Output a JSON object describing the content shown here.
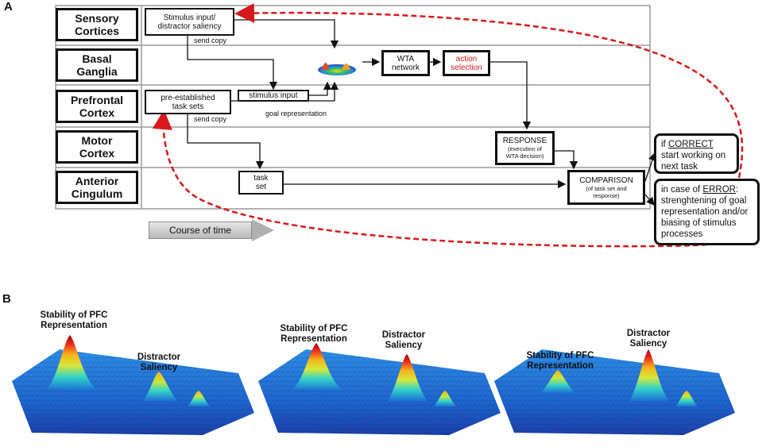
{
  "panels": {
    "a_label": "A",
    "b_label": "B"
  },
  "regions": [
    {
      "id": "sensory",
      "label": "Sensory\nCortices"
    },
    {
      "id": "basal",
      "label": "Basal\nGanglia"
    },
    {
      "id": "prefrontal",
      "label": "Prefrontal\nCortex"
    },
    {
      "id": "motor",
      "label": "Motor\nCortex"
    },
    {
      "id": "anterior",
      "label": "Anterior\nCingulum"
    }
  ],
  "nodes": {
    "stimulus_input_saliency": "Stimulus input/\ndistractor saliency",
    "wta_network": "WTA\nnetwork",
    "action_selection": "action\nselection",
    "pre_established": "pre-established\ntask sets",
    "stimulus_input": "stimulus input",
    "response_main": "RESPONSE",
    "response_sub": "(execution of\nWTA decision)",
    "task_set": "task\nset",
    "comparison_main": "COMPARISON",
    "comparison_sub": "(of task set and\nresponse)"
  },
  "notes": {
    "send_copy_1": "send copy",
    "send_copy_2": "send copy",
    "goal_representation": "goal representation"
  },
  "outcomes": {
    "correct_prefix": "if ",
    "correct_key": "CORRECT",
    "correct_rest": "start working on next task",
    "error_prefix": "in case of ",
    "error_key": "ERROR",
    "error_rest": ": strenghtening of goal representation and/or biasing of stimulus processes"
  },
  "time_arrow": "Course of time",
  "surfaces": [
    {
      "labels": [
        {
          "text": "Stability of PFC\nRepresentation"
        },
        {
          "text": "Distractor\nSaliency"
        }
      ],
      "peaks": {
        "pfc": "high",
        "distractor": "medium"
      }
    },
    {
      "labels": [
        {
          "text": "Stability of PFC\nRepresentation"
        },
        {
          "text": "Distractor\nSaliency"
        }
      ],
      "peaks": {
        "pfc": "high",
        "distractor": "high"
      }
    },
    {
      "labels": [
        {
          "text": "Stability of PFC\nRepresentation"
        },
        {
          "text": "Distractor\nSaliency"
        }
      ],
      "peaks": {
        "pfc": "medium",
        "distractor": "high"
      }
    }
  ],
  "colors": {
    "error_path": "#d7191c",
    "action_text": "#d7191c",
    "grid_line": "#9a9a9a"
  }
}
